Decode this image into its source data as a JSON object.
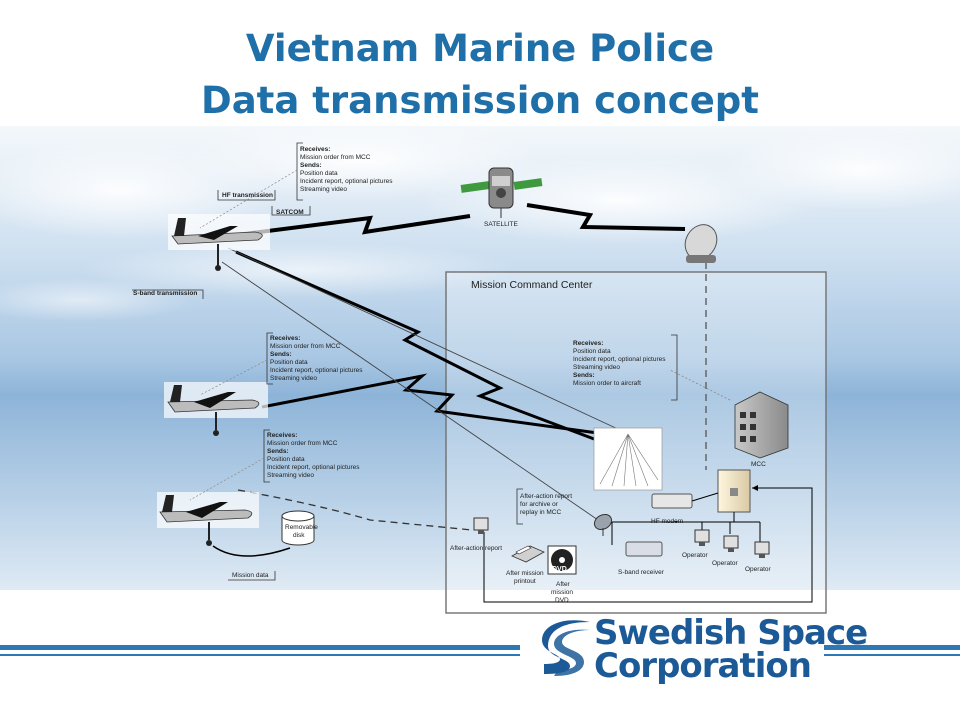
{
  "title": {
    "line1": "Vietnam Marine Police",
    "line2": "Data transmission concept"
  },
  "aircraft1": {
    "receives_heading": "Receives:",
    "receives": [
      "Mission order from MCC"
    ],
    "sends_heading": "Sends:",
    "sends": [
      "Position data",
      "Incident report, optional pictures",
      "Streaming video"
    ],
    "hf_label": "HF transmission",
    "satcom_label": "SATCOM",
    "sband_label": "S-band transmission"
  },
  "aircraft2": {
    "receives_heading": "Receives:",
    "receives": [
      "Mission order from MCC"
    ],
    "sends_heading": "Sends:",
    "sends": [
      "Position data",
      "Incident report, optional pictures",
      "Streaming video"
    ]
  },
  "aircraft3": {
    "receives_heading": "Receives:",
    "receives": [
      "Mission order from MCC"
    ],
    "sends_heading": "Sends:",
    "sends": [
      "Position data",
      "Incident report, optional pictures",
      "Streaming video"
    ],
    "removable_disk": [
      "Removable",
      "disk"
    ],
    "mission_data": "Mission data"
  },
  "satellite": {
    "label": "SATELLITE"
  },
  "mcc": {
    "title": "Mission Command Center",
    "receives_heading": "Receives:",
    "receives": [
      "Position data",
      "Incident report, optional pictures",
      "Streaming video"
    ],
    "sends_heading": "Sends:",
    "sends": [
      "Mission order to aircraft"
    ],
    "building_label": "MCC",
    "after_action_note": [
      "After-action report",
      "for archive or",
      "replay in MCC"
    ],
    "hf_modem": "HF modem",
    "after_action_report": "After-action report",
    "after_mission_printout": [
      "After mission",
      "printout"
    ],
    "after_mission_dvd": [
      "After",
      "mission",
      "DVD"
    ],
    "dvd_logo": "DVD",
    "sband_receiver": "S-band receiver",
    "operators": [
      "Operator",
      "Operator",
      "Operator"
    ]
  },
  "logo": {
    "line1": "Swedish Space",
    "line2": "Corporation"
  },
  "colors": {
    "title": "#1f6fa8",
    "logo": "#1c5a97",
    "band": "#2d79b8"
  }
}
